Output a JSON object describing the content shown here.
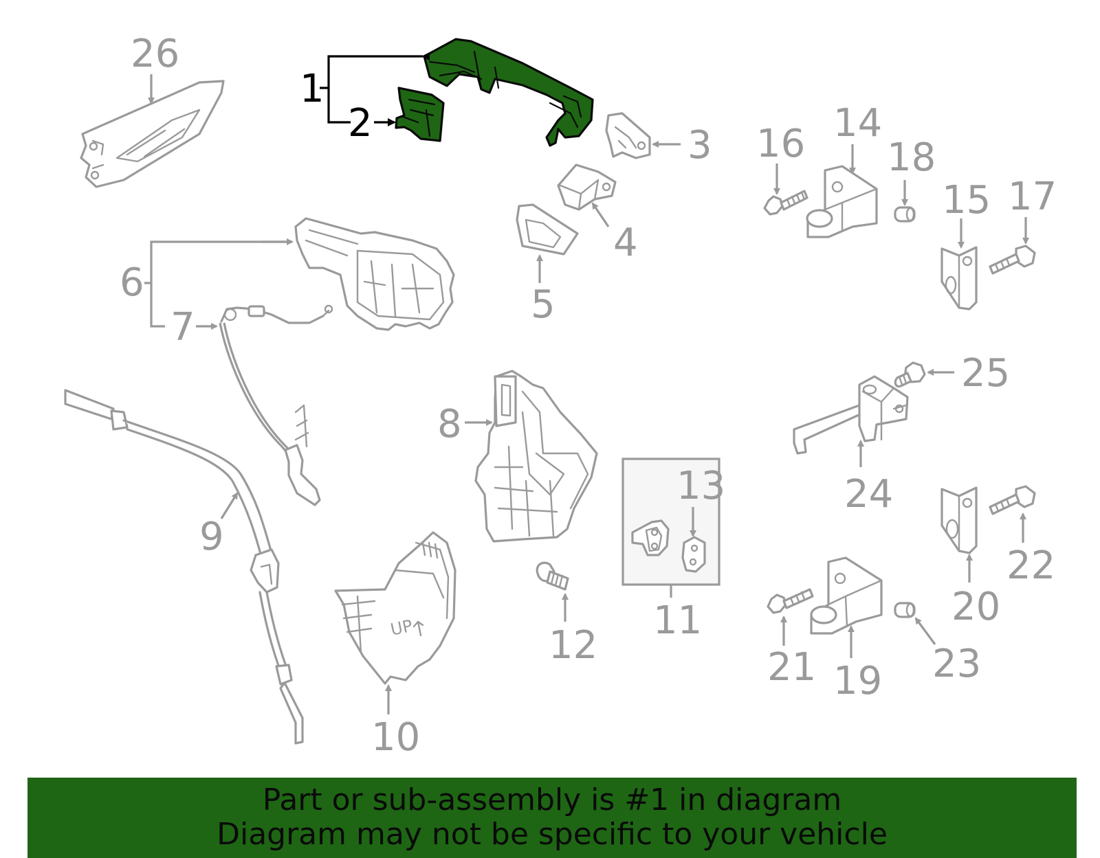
{
  "colors": {
    "highlight_fill": "#1e6614",
    "line_gray": "#9a9a9a",
    "banner_bg": "#1e6614",
    "text_dark": "#0a0a0a"
  },
  "callouts": [
    "1",
    "2",
    "3",
    "4",
    "5",
    "6",
    "7",
    "8",
    "9",
    "10",
    "11",
    "12",
    "13",
    "14",
    "15",
    "16",
    "17",
    "18",
    "19",
    "20",
    "21",
    "22",
    "23",
    "24",
    "25",
    "26"
  ],
  "highlighted_callouts": [
    "1",
    "2"
  ],
  "inline_label": "UP",
  "banner": {
    "line1": "Part or sub-assembly is #1 in diagram",
    "line2": "Diagram may not be specific to your vehicle"
  }
}
